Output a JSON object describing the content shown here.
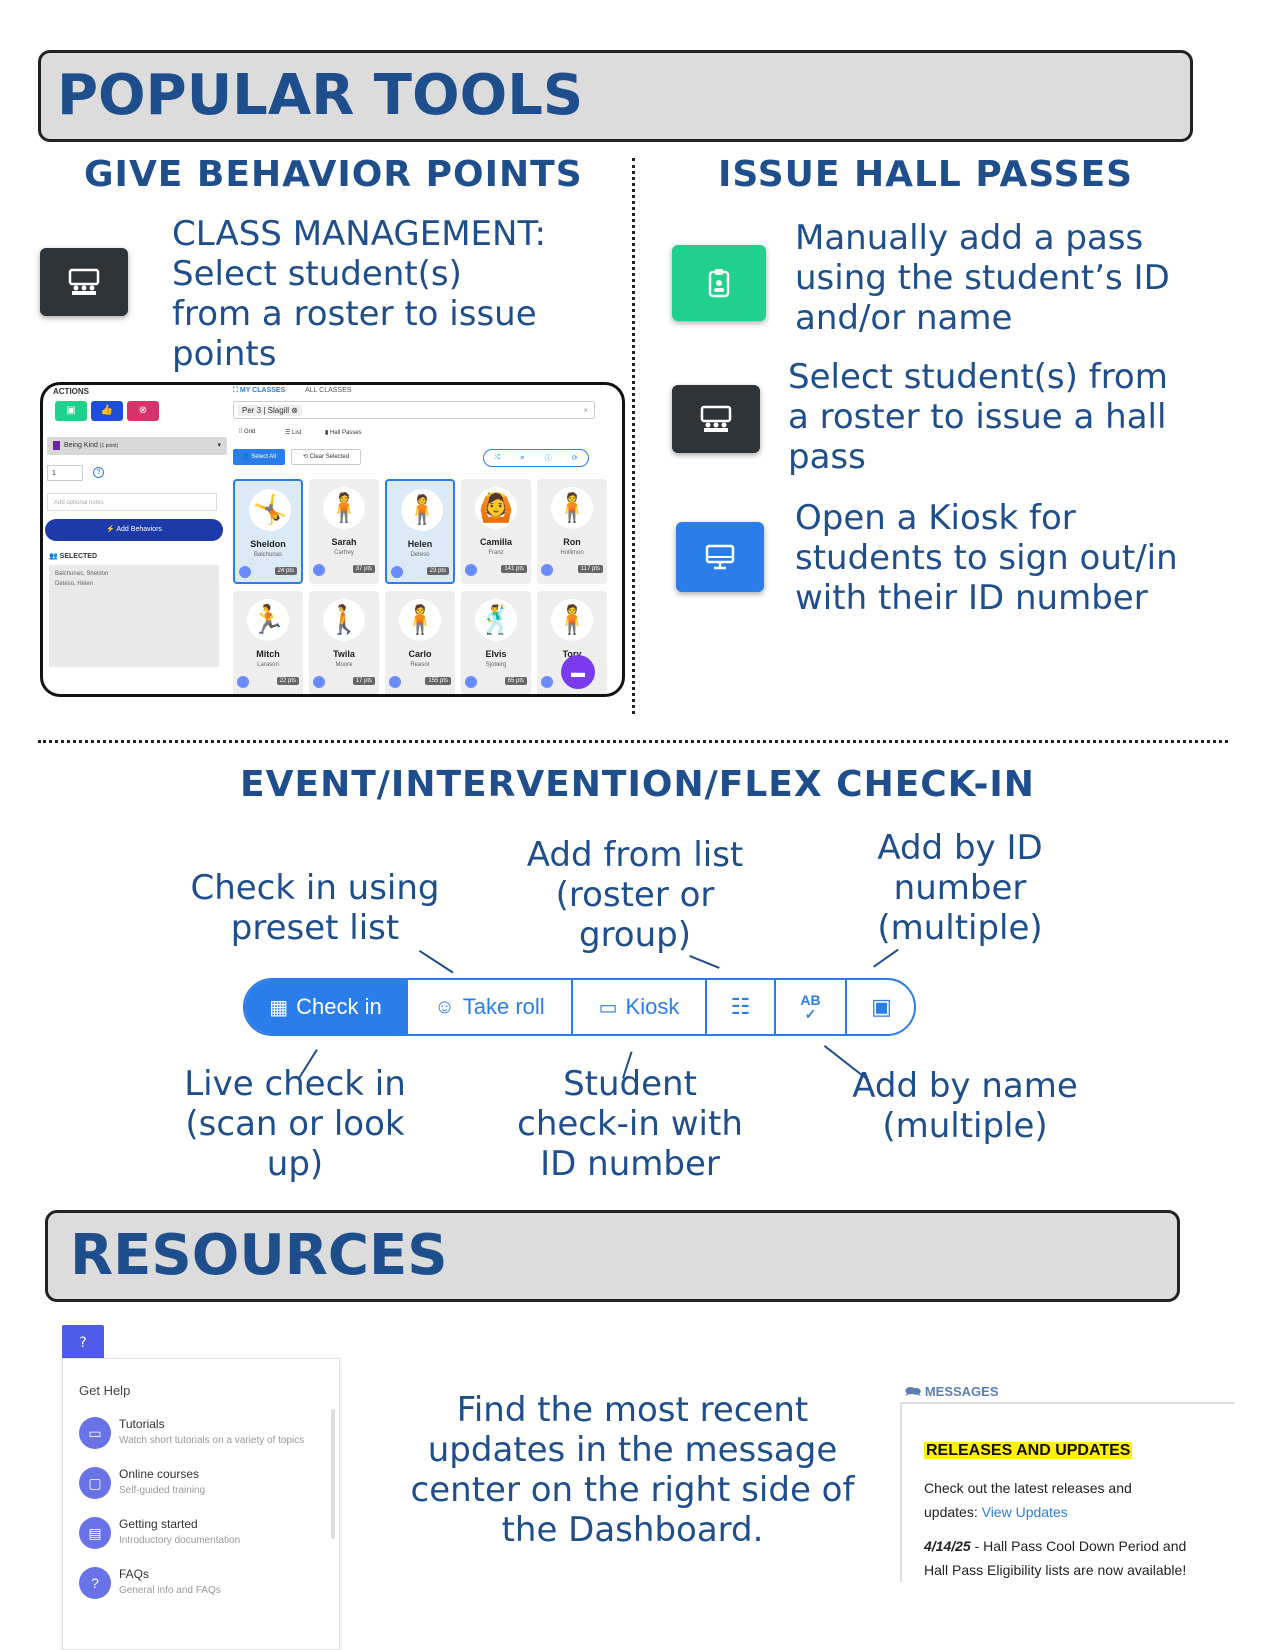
{
  "popular_tools": {
    "title": "POPULAR TOOLS",
    "behavior": {
      "heading": "GIVE BEHAVIOR POINTS",
      "lines": [
        "CLASS MANAGEMENT:",
        "Select student(s)",
        "from a roster to issue",
        "points"
      ]
    },
    "hall": {
      "heading": "ISSUE HALL PASSES",
      "manual_lines": [
        "Manually add a pass",
        "using the student’s ID",
        "and/or name"
      ],
      "roster_lines": [
        "Select student(s) from",
        "a roster to issue a hall",
        "pass"
      ],
      "kiosk_lines": [
        "Open a Kiosk for",
        "students to sign out/in",
        "with their ID number"
      ]
    },
    "mock": {
      "actions_label": "ACTIONS",
      "tabs": [
        "MY CLASSES",
        "ALL CLASSES"
      ],
      "class_chip": "Per 3 | Slagill",
      "view_tabs": [
        "Grid",
        "List",
        "Hall Passes"
      ],
      "behavior_select": "Being Kind",
      "behavior_points": "(1 point)",
      "quantity": "1",
      "notes_placeholder": "Add optional notes",
      "add_button": "Add Behaviors",
      "selected_label": "SELECTED",
      "selected_names": [
        "Balchunas, Sheldon",
        "Deteso, Helen"
      ],
      "select_all": "Select All",
      "clear_selected": "Clear Selected",
      "students": [
        {
          "first": "Sheldon",
          "last": "Balchunas",
          "pts": "24 pts",
          "selected": true,
          "glyph": "🤸"
        },
        {
          "first": "Sarah",
          "last": "Carfrey",
          "pts": "37 pts",
          "selected": false,
          "glyph": "🧍"
        },
        {
          "first": "Helen",
          "last": "Deteso",
          "pts": "23 pts",
          "selected": true,
          "glyph": "🧍"
        },
        {
          "first": "Camilla",
          "last": "Franz",
          "pts": "141 pts",
          "selected": false,
          "glyph": "🙆"
        },
        {
          "first": "Ron",
          "last": "Hollimon",
          "pts": "117 pts",
          "selected": false,
          "glyph": "🧍"
        },
        {
          "first": "Mitch",
          "last": "Larason",
          "pts": "22 pts",
          "selected": false,
          "glyph": "🏃"
        },
        {
          "first": "Twila",
          "last": "Moore",
          "pts": "17 pts",
          "selected": false,
          "glyph": "🚶"
        },
        {
          "first": "Carlo",
          "last": "Reasor",
          "pts": "155 pts",
          "selected": false,
          "glyph": "🧍"
        },
        {
          "first": "Elvis",
          "last": "Sjoberg",
          "pts": "65 pts",
          "selected": false,
          "glyph": "🕺"
        },
        {
          "first": "Tory",
          "last": "Wa",
          "pts": "",
          "selected": false,
          "glyph": "🧍"
        }
      ]
    }
  },
  "checkin": {
    "heading": "EVENT/INTERVENTION/FLEX CHECK-IN",
    "labels": {
      "preset": [
        "Check in using",
        "preset list"
      ],
      "from_list": [
        "Add from list",
        "(roster or",
        "group)"
      ],
      "by_id": [
        "Add by ID",
        "number",
        "(multiple)"
      ],
      "live": [
        "Live check in",
        "(scan or look",
        "up)"
      ],
      "student_id": [
        "Student",
        "check-in with",
        "ID number"
      ],
      "by_name": [
        "Add by name",
        "(multiple)"
      ]
    },
    "toolbar": {
      "check_in": "Check in",
      "take_roll": "Take roll",
      "kiosk": "Kiosk"
    }
  },
  "resources": {
    "title": "RESOURCES",
    "help_button": "?",
    "help_title": "Get Help",
    "help_items": [
      {
        "title": "Tutorials",
        "sub": "Watch short tutorials on a variety of topics",
        "icon": "▭"
      },
      {
        "title": "Online courses",
        "sub": "Self-guided training",
        "icon": "▢"
      },
      {
        "title": "Getting started",
        "sub": "Introductory documentation",
        "icon": "▤"
      },
      {
        "title": "FAQs",
        "sub": "General info and FAQs",
        "icon": "?"
      }
    ],
    "message_text": [
      "Find the most recent",
      "updates in the message",
      "center on the right side of",
      "the Dashboard."
    ],
    "messages_label": "MESSAGES",
    "releases_title": "RELEASES AND UPDATES",
    "releases_line1": "Check out the latest releases and",
    "releases_line2": "updates:",
    "view_updates": "View Updates",
    "news_date": "4/14/25",
    "news_line1": " - Hall Pass Cool Down Period and",
    "news_line2": "Hall Pass Eligibility lists are now available!"
  },
  "colors": {
    "heading_blue": "#1f4e8c",
    "tool_blue": "#2b7de9",
    "hall_green": "#1fd18c",
    "dark_tile": "#2f3439",
    "banner_gray": "#dcdcdc"
  }
}
